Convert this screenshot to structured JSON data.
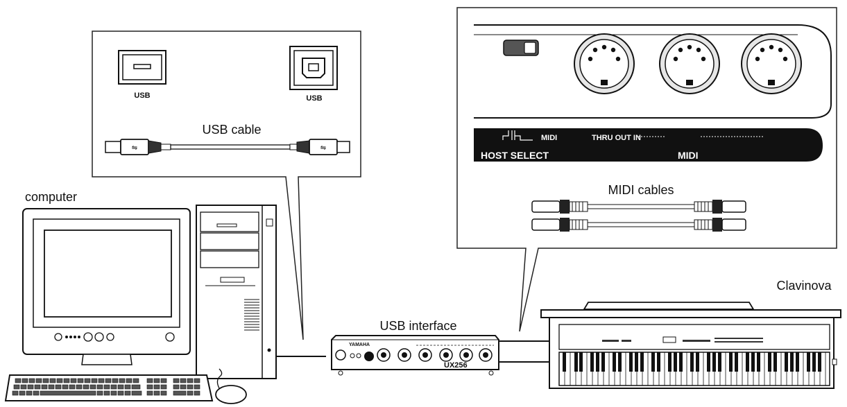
{
  "labels": {
    "computer": "computer",
    "usb_interface": "USB interface",
    "clavinova": "Clavinova",
    "usb_cable": "USB cable",
    "midi_cables": "MIDI cables",
    "usb_port_a": "USB",
    "usb_port_b": "USB"
  },
  "panel": {
    "midi_switch_label": "MIDI",
    "thru_out_in": "THRU OUT IN",
    "host_select": "HOST SELECT",
    "midi_label": "MIDI"
  },
  "device": {
    "brand": "YAMAHA",
    "model": "UX256"
  }
}
